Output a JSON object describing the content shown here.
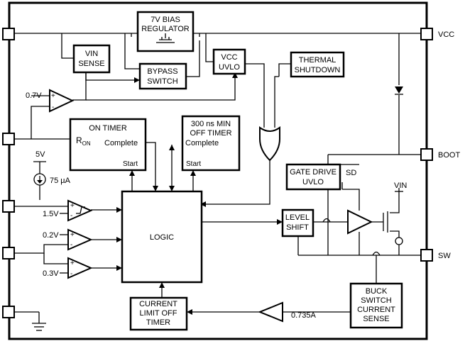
{
  "pins": {
    "vcc": "VCC",
    "boot": "BOOT",
    "sw": "SW",
    "vin": "VIN"
  },
  "blocks": {
    "bias_regulator": [
      "7V BIAS",
      "REGULATOR"
    ],
    "vin_sense": [
      "VIN",
      "SENSE"
    ],
    "bypass_switch": [
      "BYPASS",
      "SWITCH"
    ],
    "vcc_uvlo": [
      "VCC",
      "UVLO"
    ],
    "thermal_shutdown": [
      "THERMAL",
      "SHUTDOWN"
    ],
    "on_timer": {
      "title": "ON TIMER",
      "ron_main": "R",
      "ron_sub": "ON",
      "complete": "Complete",
      "start": "Start"
    },
    "off_timer": {
      "title": [
        "300 ns MIN",
        "OFF TIMER"
      ],
      "complete": "Complete",
      "start": "Start"
    },
    "logic": "LOGIC",
    "gate_drive_uvlo": [
      "GATE DRIVE",
      "UVLO"
    ],
    "sd_label": "SD",
    "level_shift": [
      "LEVEL",
      "SHIFT"
    ],
    "current_limit_off_timer": [
      "CURRENT",
      "LIMIT OFF",
      "TIMER"
    ],
    "buck_switch_current_sense": [
      "BUCK",
      "SWITCH",
      "CURRENT",
      "SENSE"
    ]
  },
  "references": {
    "comp_top": "0.7V",
    "supply": "5V",
    "current_source": "75 µA",
    "comp_1": "1.5V",
    "comp_2": "0.2V",
    "comp_3": "0.3V",
    "current_limit": "0.735A"
  },
  "comparator_signs": {
    "plus": "+",
    "minus": "-"
  }
}
